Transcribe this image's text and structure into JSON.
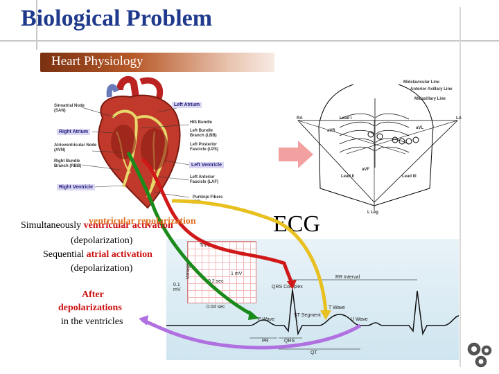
{
  "title": "Biological Problem",
  "subtitle": "Heart Physiology",
  "heart_labels": {
    "san": "Sinoatrial Node\n(SAN)",
    "left_atrium": "Left Atrium",
    "his": "HIS Bundle",
    "lbb": "Left Bundle\nBranch (LBB)",
    "right_atrium": "Right Atrium",
    "lps": "Left Posterior\nFascicle (LPS)",
    "avn": "Atrioventricular Node\n(AVN)",
    "rbb": "Right Bundle\nBranch (RBB)",
    "left_ventricle": "Left Ventricle",
    "laf": "Left Anterior\nFascicle (LAF)",
    "right_ventricle": "Right Ventricle",
    "purkinje": "Purkinje Fibers\n(PF)"
  },
  "torso_labels": {
    "midclavicular": "Midclavicular Line",
    "anterior_axillary": "Anterior Axillary Line",
    "midaxillary": "Midaxillary Line",
    "ra": "RA",
    "la": "LA",
    "lead1": "Lead I",
    "avr": "aVR",
    "avl": "aVL",
    "lead2": "Lead II",
    "avf": "aVF",
    "lead3": "Lead III",
    "lleg": "L Leg"
  },
  "ecg_label": "ECG",
  "text": {
    "simultaneously": "Simultaneously",
    "ventricular_activation": "ventricular activation",
    "ventricular_repolarization": "ventricular repolarization",
    "depolarization1": "(depolarization)",
    "sequential": "Sequential",
    "atrial_activation": "atrial activation",
    "depolarization2": "(depolarization)",
    "after": "After",
    "depolarizations": "depolarizations",
    "in_ventricles": "in the ventricles"
  },
  "ecg_labels": {
    "time": "Time",
    "voltage": "Voltage",
    "one_mv": "1 mV",
    "point2sec": "0.2 sec",
    "point1mv": "0.1\nmV",
    "point04sec": "0.04 sec",
    "rr": "RR Interval",
    "qrs": "QRS Complex",
    "st": "ST Segment",
    "t_wave": "T Wave",
    "p_wave": "P Wave",
    "u_wave": "U Wave",
    "pr": "PR",
    "qrs_short": "QRS",
    "qt": "QT"
  },
  "colors": {
    "title": "#1f3a8c",
    "orange": "#e07020",
    "red": "#cc1111",
    "green": "#1a8a1a",
    "yellow": "#e8c020",
    "purple": "#b070e0"
  },
  "icons": [
    "gears-icon"
  ]
}
